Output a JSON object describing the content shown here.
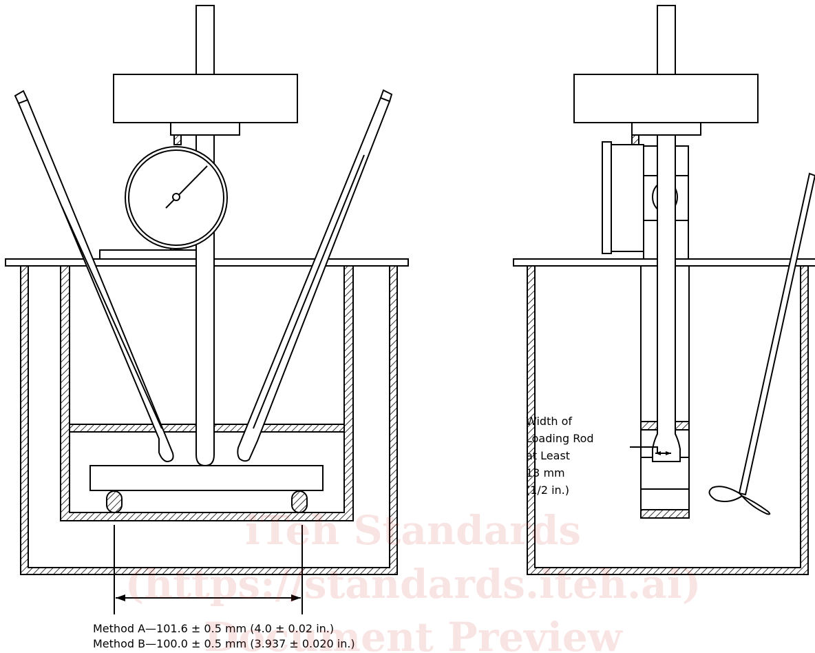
{
  "figure": {
    "width_label": {
      "line1": "Width of",
      "line2": "Loading Rod",
      "line3": "at Least",
      "line4": "13 mm",
      "line5": "(1/2 in.)"
    },
    "span_label": {
      "method_a": "Method A—101.6 ± 0.5 mm (4.0 ± 0.02 in.)",
      "method_b": "Method B—100.0 ± 0.5 mm (3.937 ± 0.020 in.)"
    },
    "watermark": {
      "line1": "iTeh Standards",
      "line2": "(https://standards.iteh.ai)",
      "line3": "Document Preview"
    }
  }
}
